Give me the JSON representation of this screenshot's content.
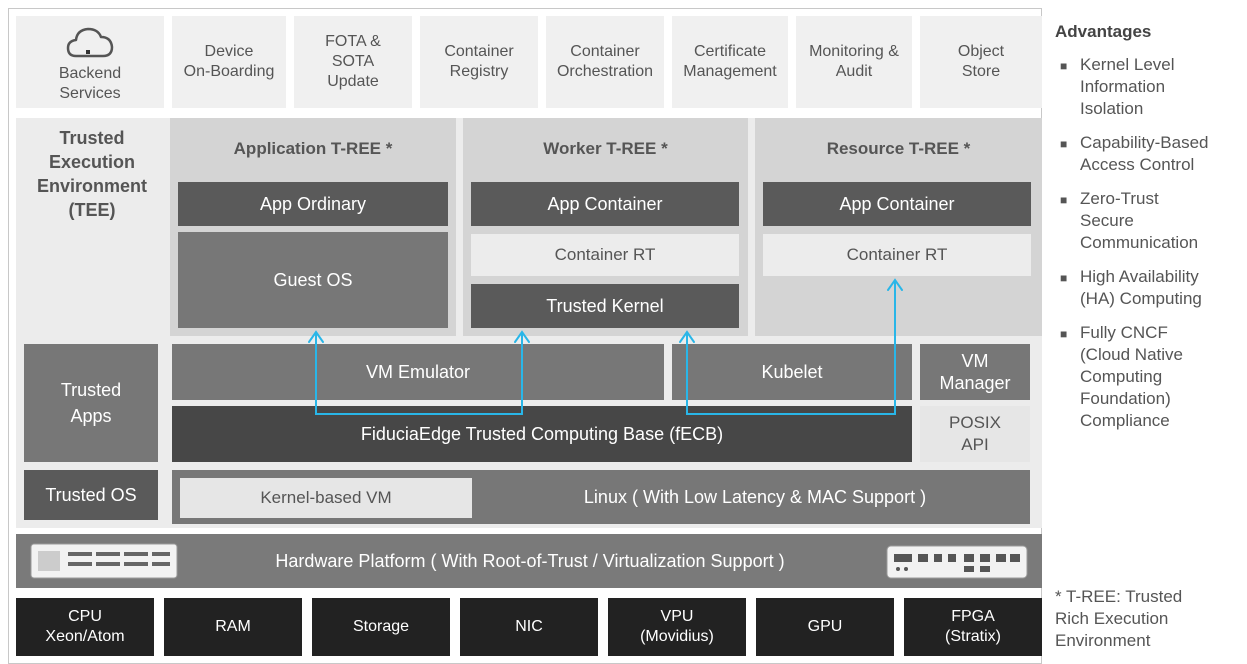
{
  "backend": {
    "label": "Backend\nServices",
    "icon": "cloud-icon"
  },
  "services": [
    "Device\nOn-Boarding",
    "FOTA &\nSOTA\nUpdate",
    "Container\nRegistry",
    "Container\nOrchestration",
    "Certificate\nManagement",
    "Monitoring &\nAudit",
    "Object\nStore"
  ],
  "tee": {
    "title": "Trusted\nExecution\nEnvironment\n(TEE)"
  },
  "trees": {
    "application": {
      "title": "Application T-REE *",
      "app": "App Ordinary",
      "os": "Guest OS"
    },
    "worker": {
      "title": "Worker T-REE *",
      "app": "App Container",
      "rt": "Container RT",
      "kernel": "Trusted Kernel"
    },
    "resource": {
      "title": "Resource T-REE *",
      "app": "App Container",
      "rt": "Container RT"
    }
  },
  "trusted_apps": "Trusted\nApps",
  "trusted_os": "Trusted OS",
  "vm_emulator": "VM Emulator",
  "kubelet": "Kubelet",
  "vm_manager": "VM\nManager",
  "fecb": "FiduciaEdge Trusted Computing Base (fECB)",
  "posix": "POSIX\nAPI",
  "kvm": "Kernel-based VM",
  "linux": "Linux ( With Low Latency & MAC Support )",
  "hardware": "Hardware Platform ( With Root-of-Trust / Virtualization Support )",
  "chips": [
    "CPU\nXeon/Atom",
    "RAM",
    "Storage",
    "NIC",
    "VPU\n(Movidius)",
    "GPU",
    "FPGA\n(Stratix)"
  ],
  "advantages": {
    "title": "Advantages",
    "items": [
      "Kernel Level\nInformation\nIsolation",
      "Capability-Based\nAccess Control",
      "Zero-Trust\nSecure\nCommunication",
      "High Availability\n(HA) Computing",
      "Fully CNCF\n(Cloud Native\nComputing\nFoundation)\nCompliance"
    ]
  },
  "footnote": "* T-REE: Trusted\nRich Execution\nEnvironment",
  "colors": {
    "arrow": "#29b6e8",
    "dark": "#5a5a5a",
    "darkest": "#474747",
    "chip": "#222222"
  }
}
